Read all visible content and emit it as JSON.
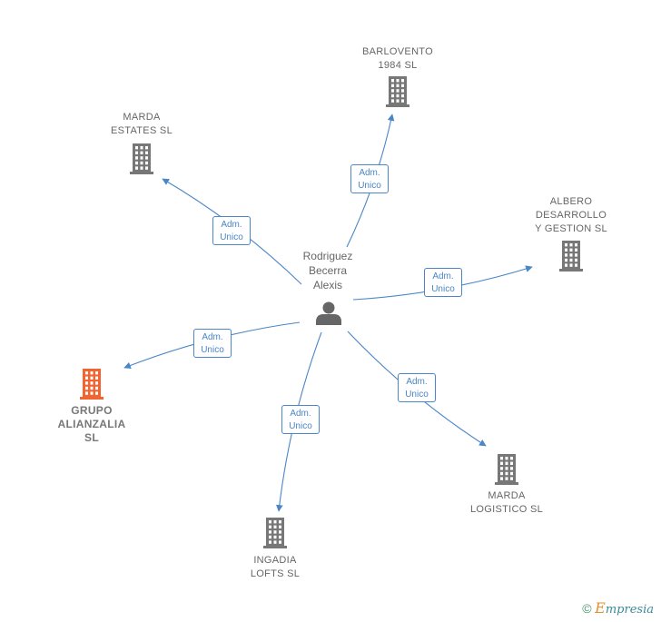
{
  "center": {
    "name_lines": [
      "Rodriguez",
      "Becerra",
      "Alexis"
    ]
  },
  "relation_label_lines": [
    "Adm.",
    "Unico"
  ],
  "companies": [
    {
      "id": "barlovento",
      "lines": [
        "BARLOVENTO",
        "1984  SL"
      ],
      "highlight": false
    },
    {
      "id": "marda-estates",
      "lines": [
        "MARDA",
        "ESTATES  SL"
      ],
      "highlight": false
    },
    {
      "id": "albero",
      "lines": [
        "ALBERO",
        "DESARROLLO",
        "Y GESTION  SL"
      ],
      "highlight": false
    },
    {
      "id": "grupo-alianzalia",
      "lines": [
        "GRUPO",
        "ALIANZALIA",
        "SL"
      ],
      "highlight": true
    },
    {
      "id": "ingadia",
      "lines": [
        "INGADIA",
        "LOFTS  SL"
      ],
      "highlight": false
    },
    {
      "id": "marda-logistico",
      "lines": [
        "MARDA",
        "LOGISTICO  SL"
      ],
      "highlight": false
    }
  ],
  "colors": {
    "edge": "#4a86c8",
    "building": "#777777",
    "building_highlight": "#f26532",
    "person": "#666666"
  },
  "footer": {
    "copyright": "©",
    "brand_initial": "E",
    "brand_rest": "mpresia"
  }
}
